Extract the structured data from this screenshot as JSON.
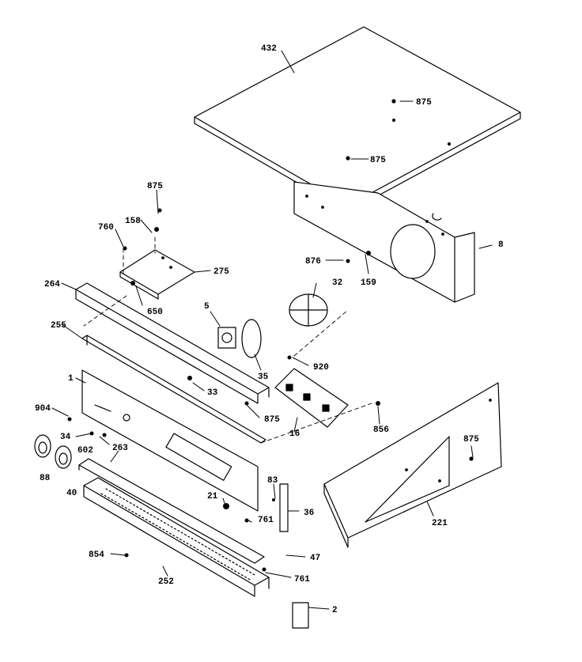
{
  "parts": [
    {
      "id": "p432",
      "label": "432"
    },
    {
      "id": "p875a",
      "label": "875"
    },
    {
      "id": "p875b",
      "label": "875"
    },
    {
      "id": "p875c",
      "label": "875"
    },
    {
      "id": "p8",
      "label": "8"
    },
    {
      "id": "p760",
      "label": "760"
    },
    {
      "id": "p158",
      "label": "158"
    },
    {
      "id": "p275",
      "label": "275"
    },
    {
      "id": "p876",
      "label": "876"
    },
    {
      "id": "p159",
      "label": "159"
    },
    {
      "id": "p264",
      "label": "264"
    },
    {
      "id": "p650",
      "label": "650"
    },
    {
      "id": "p32",
      "label": "32"
    },
    {
      "id": "p5",
      "label": "5"
    },
    {
      "id": "p255",
      "label": "255"
    },
    {
      "id": "p35",
      "label": "35"
    },
    {
      "id": "p920",
      "label": "920"
    },
    {
      "id": "p1",
      "label": "1"
    },
    {
      "id": "p33",
      "label": "33"
    },
    {
      "id": "p904",
      "label": "904"
    },
    {
      "id": "p875d",
      "label": "875"
    },
    {
      "id": "p16",
      "label": "16"
    },
    {
      "id": "p856",
      "label": "856"
    },
    {
      "id": "p34",
      "label": "34"
    },
    {
      "id": "p602",
      "label": "602"
    },
    {
      "id": "p263",
      "label": "263"
    },
    {
      "id": "p875e",
      "label": "875"
    },
    {
      "id": "p88",
      "label": "88"
    },
    {
      "id": "p40",
      "label": "40"
    },
    {
      "id": "p83",
      "label": "83"
    },
    {
      "id": "p21",
      "label": "21"
    },
    {
      "id": "p36",
      "label": "36"
    },
    {
      "id": "p221",
      "label": "221"
    },
    {
      "id": "p761a",
      "label": "761"
    },
    {
      "id": "p854",
      "label": "854"
    },
    {
      "id": "p47",
      "label": "47"
    },
    {
      "id": "p252",
      "label": "252"
    },
    {
      "id": "p761b",
      "label": "761"
    },
    {
      "id": "p2",
      "label": "2"
    }
  ],
  "colors": {
    "ink": "#000000",
    "paper": "#ffffff"
  }
}
